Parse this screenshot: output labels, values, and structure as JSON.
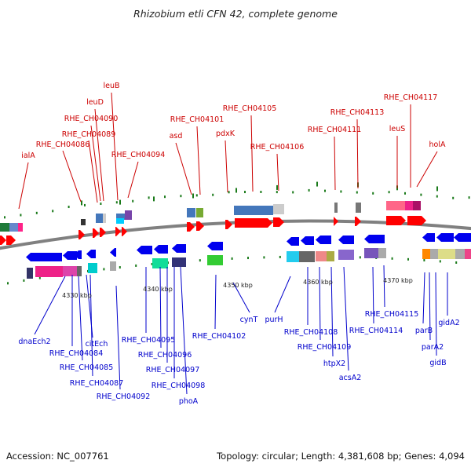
{
  "title": "Rhizobium etli CFN 42, complete genome",
  "footer": {
    "accession": "Accession: NC_007761",
    "summary": "Topology: circular; Length: 4,381,608 bp; Genes: 4,094"
  },
  "colors": {
    "forward_label": "#cc0000",
    "reverse_label": "#0000cc",
    "forward_arrow": "#ff0000",
    "reverse_arrow": "#0000ee",
    "backbone": "#808080",
    "dot": "#1a7a1a"
  },
  "ticks": [
    "4330 kbp",
    "4340 kbp",
    "4350 kbp",
    "4360 kbp",
    "4370 kbp"
  ],
  "forward_genes": [
    "ialA",
    "RHE_CH04086",
    "RHE_CH04089",
    "RHE_CH04090",
    "leuD",
    "leuB",
    "RHE_CH04094",
    "asd",
    "RHE_CH04101",
    "pdxK",
    "RHE_CH04105",
    "RHE_CH04106",
    "RHE_CH04111",
    "RHE_CH04113",
    "leuS",
    "RHE_CH04117",
    "holA"
  ],
  "reverse_genes": [
    "dnaEch2",
    "RHE_CH04084",
    "citEch",
    "RHE_CH04085",
    "RHE_CH04087",
    "RHE_CH04092",
    "RHE_CH04095",
    "RHE_CH04096",
    "RHE_CH04097",
    "RHE_CH04098",
    "phoA",
    "RHE_CH04102",
    "cynT",
    "purH",
    "RHE_CH04108",
    "RHE_CH04109",
    "htpX2",
    "acsA2",
    "RHE_CH04114",
    "RHE_CH04115",
    "parB",
    "parA2",
    "gidB",
    "gidA2"
  ]
}
